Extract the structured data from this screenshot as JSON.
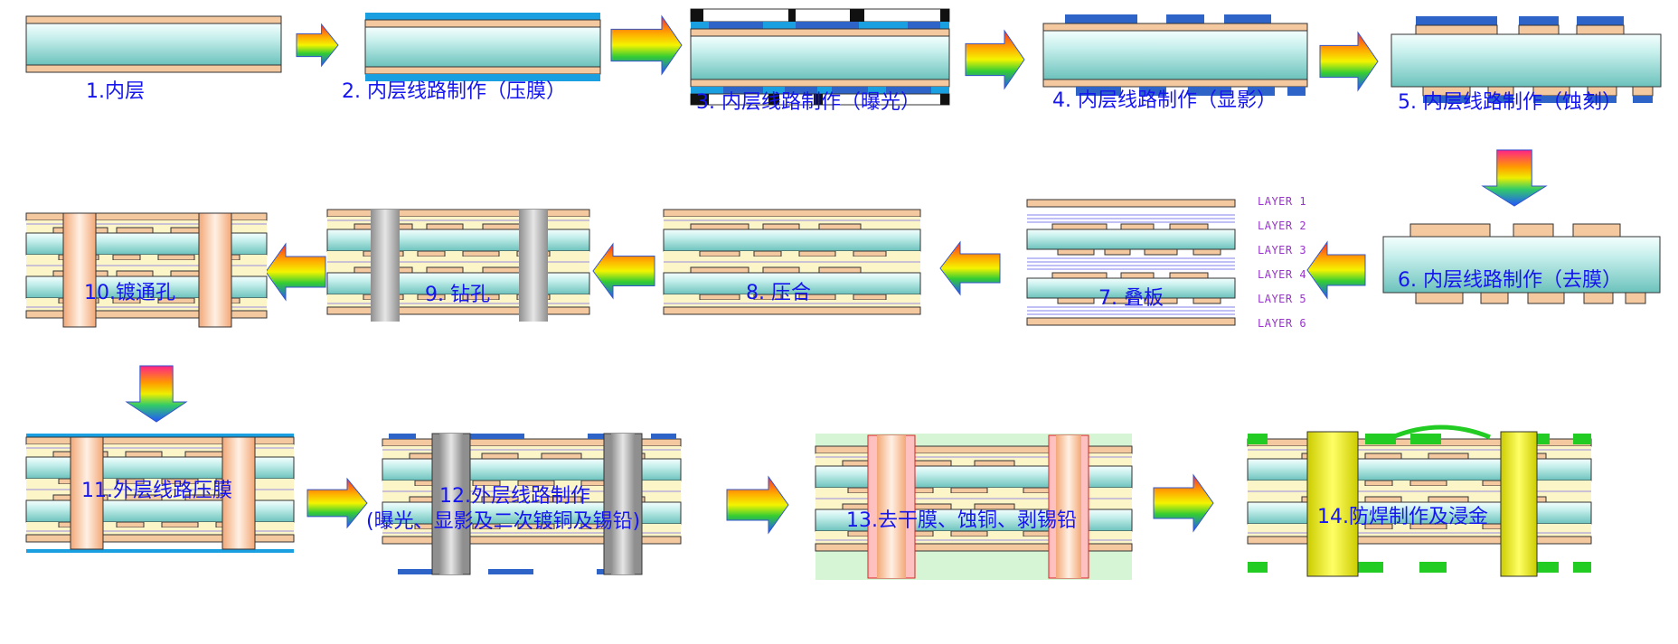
{
  "title": "PCB multilayer board manufacturing process flow",
  "steps": [
    {
      "number": "1",
      "label": "1.内层"
    },
    {
      "number": "2",
      "label": "2. 内层线路制作（压膜）"
    },
    {
      "number": "3",
      "label": "3. 内层线路制作（曝光）"
    },
    {
      "number": "4",
      "label": "4. 内层线路制作（显影）"
    },
    {
      "number": "5",
      "label": "5. 内层线路制作（蚀刻）"
    },
    {
      "number": "6",
      "label": "6. 内层线路制作（去膜）"
    },
    {
      "number": "7",
      "label": "7. 叠板"
    },
    {
      "number": "8",
      "label": "8. 压合"
    },
    {
      "number": "9",
      "label": "9. 钻孔"
    },
    {
      "number": "10",
      "label": "10.镀通孔"
    },
    {
      "number": "11",
      "label": "11.外层线路压膜"
    },
    {
      "number": "12",
      "label": "12.外层线路制作",
      "label2": "(曝光、显影及二次镀铜及锡铅)"
    },
    {
      "number": "13",
      "label": "13.去干膜、蚀铜、剥锡铅"
    },
    {
      "number": "14",
      "label": "14.防焊制作及浸金"
    }
  ],
  "stack_layers": [
    "LAYER 1",
    "LAYER 2",
    "LAYER 3",
    "LAYER 4",
    "LAYER 5",
    "LAYER 6"
  ],
  "colors": {
    "label_text": "#1515ee",
    "layer_text": "#9933cc",
    "core": "#a7e3df",
    "copper": "#f5c9a0",
    "dry_film": "#1a9fe0",
    "exposed_film": "#2e63c8",
    "prepreg": "#fbf5c8",
    "drill_wall": "#bdbdbd",
    "plating": "#f7c9a4",
    "solder_mask": "#22cc22",
    "gold": "#eeee22",
    "outline": "#333333"
  }
}
